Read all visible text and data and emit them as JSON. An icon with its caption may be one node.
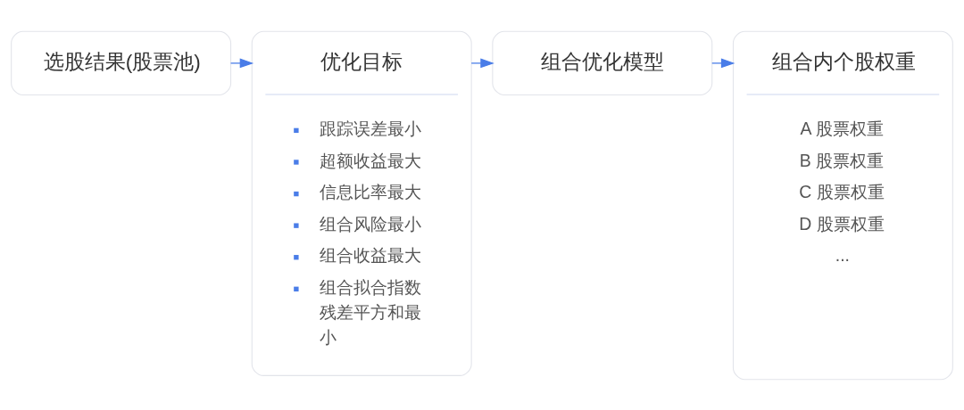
{
  "diagram": {
    "nodes": [
      {
        "text": [
          "选股结果(股票池)"
        ]
      },
      {
        "text": [
          "优化目标",
          "跟踪误差最小",
          "超额收益最大",
          "信息比率最大",
          "组合风险最小",
          "组合收益最大",
          "组合拟合指数残差平方和最小"
        ]
      },
      {
        "text": [
          "组合优化模型"
        ]
      },
      {
        "text": [
          "组合内个股权重",
          "A 股票权重",
          "B 股票权重",
          "C 股票权重",
          "D 股票权重",
          "..."
        ]
      }
    ],
    "edges": [
      {
        "from": 0,
        "to": 1,
        "arrow": "to"
      },
      {
        "from": 1,
        "to": 2,
        "arrow": "to"
      },
      {
        "from": 2,
        "to": 3,
        "arrow": "to"
      }
    ]
  }
}
